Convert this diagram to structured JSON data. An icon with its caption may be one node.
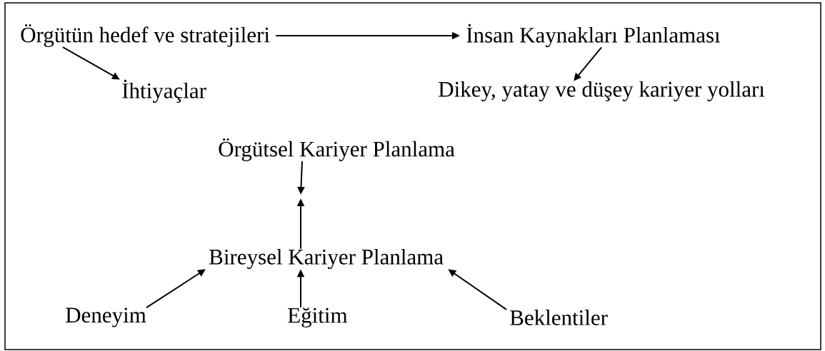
{
  "diagram": {
    "nodes": [
      {
        "text": [
          "Örgütün hedef ve stratejileri"
        ]
      },
      {
        "text": [
          "İnsan Kaynakları Planlaması"
        ]
      },
      {
        "text": [
          "İhtiyaçlar"
        ]
      },
      {
        "text": [
          "Dikey, yatay ve düşey kariyer yolları"
        ]
      },
      {
        "text": [
          "Örgütsel Kariyer Planlama"
        ]
      },
      {
        "text": [
          "Bireysel Kariyer Planlama"
        ]
      },
      {
        "text": [
          "Deneyim"
        ]
      },
      {
        "text": [
          "Eğitim"
        ]
      },
      {
        "text": [
          "Beklentiler"
        ]
      }
    ],
    "edges": [
      {
        "from": 0,
        "to": 1,
        "arrow": "to"
      },
      {
        "from": 0,
        "to": 2,
        "arrow": "to"
      },
      {
        "from": 1,
        "to": 3,
        "arrow": "to"
      },
      {
        "from": 4,
        "to": null,
        "arrow": "to"
      },
      {
        "from": 5,
        "to": null,
        "arrow": "to"
      },
      {
        "from": 6,
        "to": 5,
        "arrow": "to"
      },
      {
        "from": 7,
        "to": 5,
        "arrow": "to"
      },
      {
        "from": 8,
        "to": 5,
        "arrow": "to"
      }
    ]
  }
}
